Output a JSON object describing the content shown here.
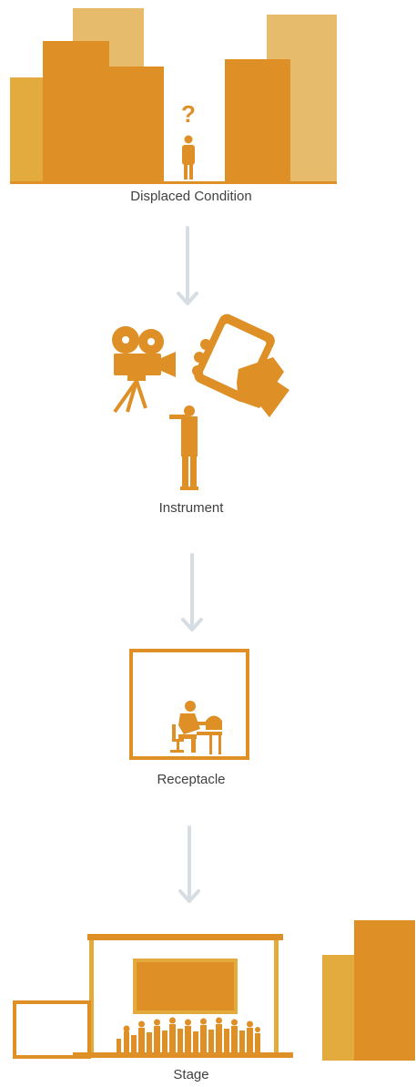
{
  "stages": [
    {
      "label": "Displaced Condition",
      "icon": "city-buildings-person-icon"
    },
    {
      "label": "Instrument",
      "icon": "camera-phone-person-icon"
    },
    {
      "label": "Receptacle",
      "icon": "room-person-computer-icon"
    },
    {
      "label": "Stage",
      "icon": "stage-crowd-buildings-icon"
    }
  ],
  "colors": {
    "dark_orange": "#DE8F26",
    "medium_orange": "#E3AA3E",
    "light_orange": "#E6BC6C",
    "arrow": "#D6DEE3",
    "text": "#404040"
  },
  "question_mark": "?"
}
